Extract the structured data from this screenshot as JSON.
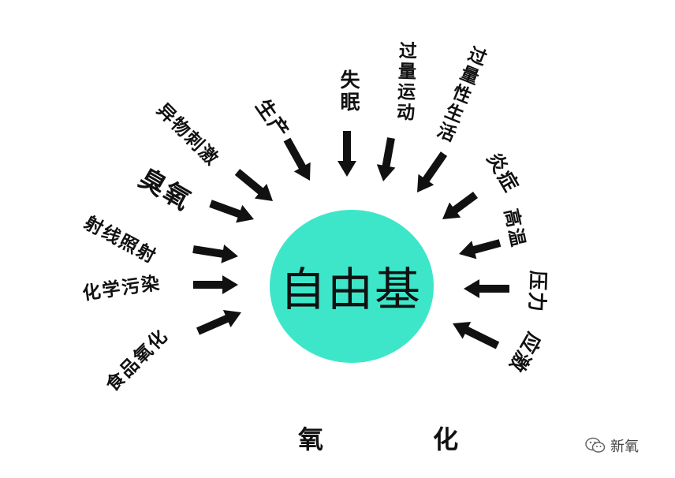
{
  "colors": {
    "circle": "#3EE6C9",
    "arrow": "#111111",
    "text": "#111111"
  },
  "center_label": "自由基",
  "bottom_caption": "氧 化",
  "watermark": {
    "text": "新氧",
    "icon": "wechat-icon"
  },
  "factors": [
    {
      "id": "food-oxidation",
      "label": "食品氧化"
    },
    {
      "id": "chemical-pollution",
      "label": "化学污染"
    },
    {
      "id": "radiation",
      "label": "射线照射"
    },
    {
      "id": "ozone",
      "label": "臭氧"
    },
    {
      "id": "foreign-stimulus",
      "label": "异物刺激"
    },
    {
      "id": "pregnancy",
      "label": "生产"
    },
    {
      "id": "insomnia",
      "label": "失眠"
    },
    {
      "id": "excessive-exercise",
      "label": "过量运动"
    },
    {
      "id": "excessive-sex",
      "label": "过量性生活"
    },
    {
      "id": "inflammation",
      "label": "炎症"
    },
    {
      "id": "high-temperature",
      "label": "高温"
    },
    {
      "id": "pressure",
      "label": "压力"
    },
    {
      "id": "stress",
      "label": "应激"
    }
  ]
}
